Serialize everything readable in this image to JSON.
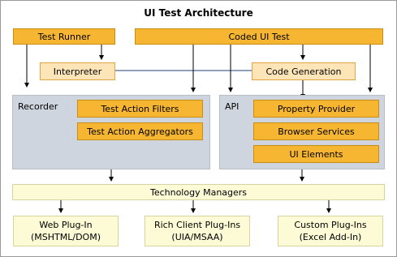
{
  "title": "UI Test Architecture",
  "top": {
    "test_runner": "Test Runner",
    "coded_ui_test": "Coded UI Test",
    "interpreter": "Interpreter",
    "code_generation": "Code Generation"
  },
  "recorder": {
    "label": "Recorder",
    "items": [
      "Test Action Filters",
      "Test Action Aggregators"
    ]
  },
  "api": {
    "label": "API",
    "items": [
      "Property Provider",
      "Browser Services",
      "UI Elements"
    ]
  },
  "technology_managers": "Technology Managers",
  "plugins": [
    {
      "line1": "Web Plug-In",
      "line2": "(MSHTML/DOM)"
    },
    {
      "line1": "Rich Client Plug-Ins",
      "line2": "(UIA/MSAA)"
    },
    {
      "line1": "Custom Plug-Ins",
      "line2": "(Excel Add-In)"
    }
  ],
  "colors": {
    "primary_box": "#f7b632",
    "secondary_box": "#fde5b8",
    "group_background": "#cfd5de",
    "manager_background": "#fcfbd5",
    "connector": "#1f3f7a"
  }
}
